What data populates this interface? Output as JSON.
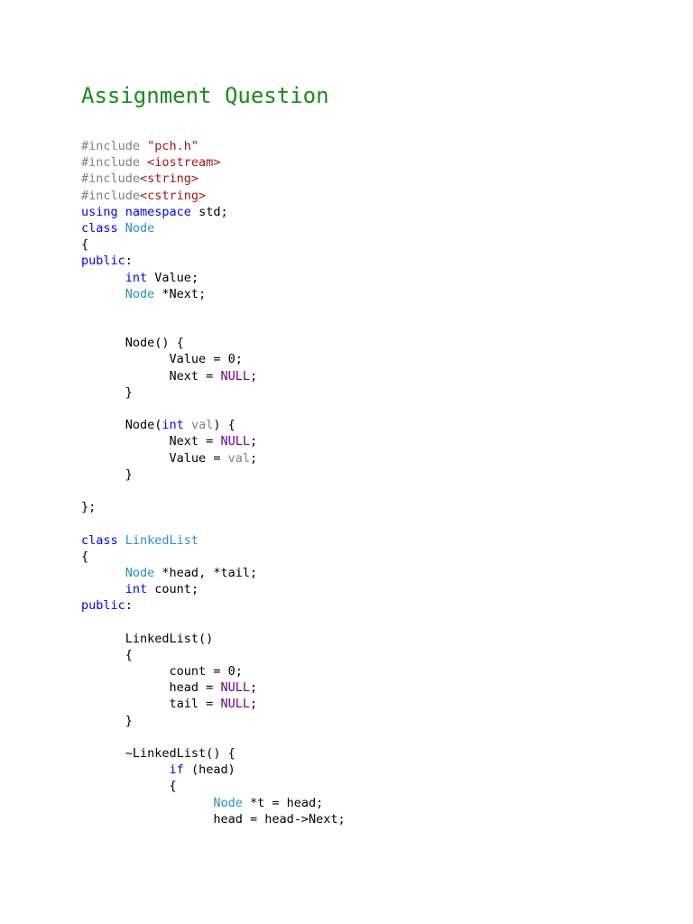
{
  "document": {
    "title": "Assignment Question",
    "colors": {
      "title": "#1b8a1b",
      "keyword": "#0000ff",
      "type": "#2b91af",
      "preprocessor": "#808080",
      "string": "#a31515",
      "macro": "#6f008a",
      "parameter": "#808080",
      "text": "#000000"
    },
    "code_lines": [
      [
        [
          "pre",
          "#include "
        ],
        [
          "str",
          "\"pch.h\""
        ]
      ],
      [
        [
          "pre",
          "#include "
        ],
        [
          "str",
          "<iostream>"
        ]
      ],
      [
        [
          "pre",
          "#include"
        ],
        [
          "str",
          "<string>"
        ]
      ],
      [
        [
          "pre",
          "#include"
        ],
        [
          "str",
          "<cstring>"
        ]
      ],
      [
        [
          "kw",
          "using"
        ],
        [
          "plain",
          " "
        ],
        [
          "kw",
          "namespace"
        ],
        [
          "plain",
          " std;"
        ]
      ],
      [
        [
          "kw",
          "class"
        ],
        [
          "plain",
          " "
        ],
        [
          "type",
          "Node"
        ]
      ],
      [
        [
          "plain",
          "{"
        ]
      ],
      [
        [
          "kw",
          "public"
        ],
        [
          "plain",
          ":"
        ]
      ],
      [
        [
          "plain",
          "\t"
        ],
        [
          "kw",
          "int"
        ],
        [
          "plain",
          " Value;"
        ]
      ],
      [
        [
          "plain",
          "\t"
        ],
        [
          "type",
          "Node"
        ],
        [
          "plain",
          " *Next;"
        ]
      ],
      [],
      [],
      [
        [
          "plain",
          "\tNode() {"
        ]
      ],
      [
        [
          "plain",
          "\t\tValue = 0;"
        ]
      ],
      [
        [
          "plain",
          "\t\tNext = "
        ],
        [
          "mac",
          "NULL"
        ],
        [
          "plain",
          ";"
        ]
      ],
      [
        [
          "plain",
          "\t}"
        ]
      ],
      [],
      [
        [
          "plain",
          "\tNode("
        ],
        [
          "kw",
          "int"
        ],
        [
          "plain",
          " "
        ],
        [
          "param",
          "val"
        ],
        [
          "plain",
          ") {"
        ]
      ],
      [
        [
          "plain",
          "\t\tNext = "
        ],
        [
          "mac",
          "NULL"
        ],
        [
          "plain",
          ";"
        ]
      ],
      [
        [
          "plain",
          "\t\tValue = "
        ],
        [
          "param",
          "val"
        ],
        [
          "plain",
          ";"
        ]
      ],
      [
        [
          "plain",
          "\t}"
        ]
      ],
      [],
      [
        [
          "plain",
          "};"
        ]
      ],
      [],
      [
        [
          "kw",
          "class"
        ],
        [
          "plain",
          " "
        ],
        [
          "type",
          "LinkedList"
        ]
      ],
      [
        [
          "plain",
          "{"
        ]
      ],
      [
        [
          "plain",
          "\t"
        ],
        [
          "type",
          "Node"
        ],
        [
          "plain",
          " *head, *tail;"
        ]
      ],
      [
        [
          "plain",
          "\t"
        ],
        [
          "kw",
          "int"
        ],
        [
          "plain",
          " count;"
        ]
      ],
      [
        [
          "kw",
          "public"
        ],
        [
          "plain",
          ":"
        ]
      ],
      [],
      [
        [
          "plain",
          "\tLinkedList()"
        ]
      ],
      [
        [
          "plain",
          "\t{"
        ]
      ],
      [
        [
          "plain",
          "\t\tcount = 0;"
        ]
      ],
      [
        [
          "plain",
          "\t\thead = "
        ],
        [
          "mac",
          "NULL"
        ],
        [
          "plain",
          ";"
        ]
      ],
      [
        [
          "plain",
          "\t\ttail = "
        ],
        [
          "mac",
          "NULL"
        ],
        [
          "plain",
          ";"
        ]
      ],
      [
        [
          "plain",
          "\t}"
        ]
      ],
      [],
      [
        [
          "plain",
          "\t~LinkedList() {"
        ]
      ],
      [
        [
          "plain",
          "\t\t"
        ],
        [
          "kw",
          "if"
        ],
        [
          "plain",
          " (head)"
        ]
      ],
      [
        [
          "plain",
          "\t\t{"
        ]
      ],
      [
        [
          "plain",
          "\t\t\t"
        ],
        [
          "type",
          "Node"
        ],
        [
          "plain",
          " *t = head;"
        ]
      ],
      [
        [
          "plain",
          "\t\t\thead = head->Next;"
        ]
      ]
    ]
  }
}
